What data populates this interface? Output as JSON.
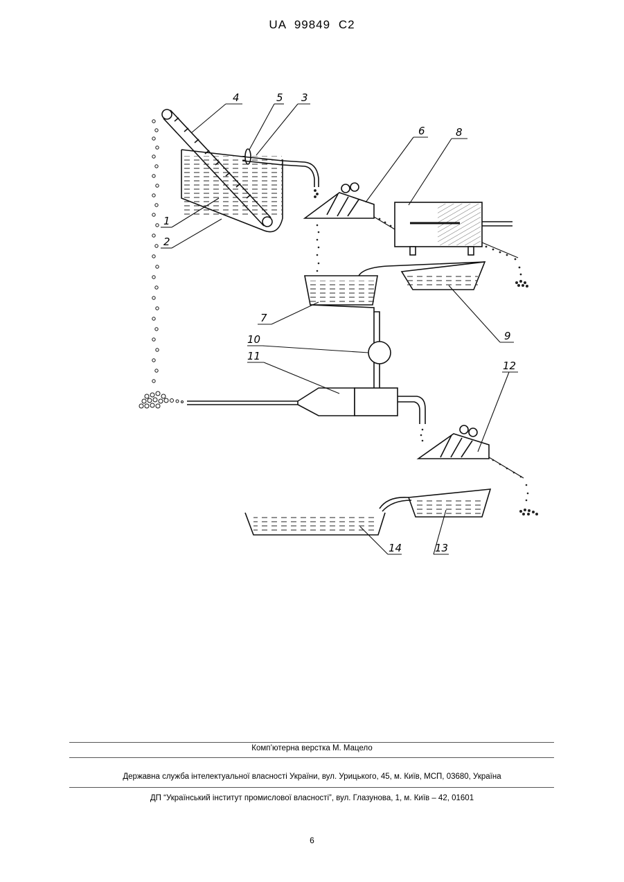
{
  "header": {
    "doc_id": "UA   99849   C2"
  },
  "figure": {
    "labels": {
      "l1": "1",
      "l2": "2",
      "l3": "3",
      "l4": "4",
      "l5": "5",
      "l6": "6",
      "l7": "7",
      "l8": "8",
      "l9": "9",
      "l10": "10",
      "l11": "11",
      "l12": "12",
      "l13": "13",
      "l14": "14"
    }
  },
  "footer": {
    "layout_credit": "Комп’ютерна верстка М. Мацело",
    "agency": "Державна служба інтелектуальної власності України, вул. Урицького, 45, м. Київ, МСП, 03680, Україна",
    "institute": "ДП “Український інститут промислової власності”, вул. Глазунова, 1, м. Київ – 42, 01601",
    "page_number": "6"
  }
}
